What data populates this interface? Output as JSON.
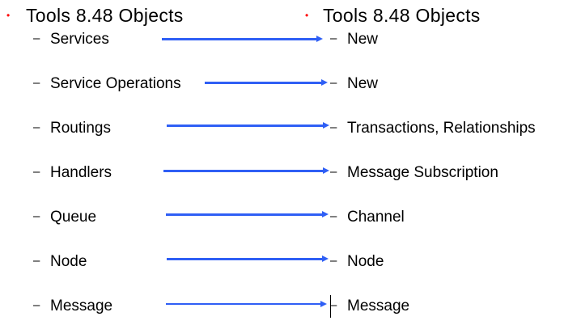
{
  "left_column": {
    "heading": "Tools 8.48 Objects",
    "items": [
      "Services",
      "Service Operations",
      "Routings",
      "Handlers",
      "Queue",
      "Node",
      "Message"
    ]
  },
  "right_column": {
    "heading": "Tools 8.48 Objects",
    "items": [
      "New",
      "New",
      "Transactions, Relationships",
      "Message Subscription",
      "Channel",
      "Node",
      "Message"
    ]
  },
  "glyphs": {
    "bullet": "•",
    "dash": "–"
  },
  "colors": {
    "bullet": "#ff0000",
    "arrow": "#2f5ff5",
    "text": "#000000"
  }
}
